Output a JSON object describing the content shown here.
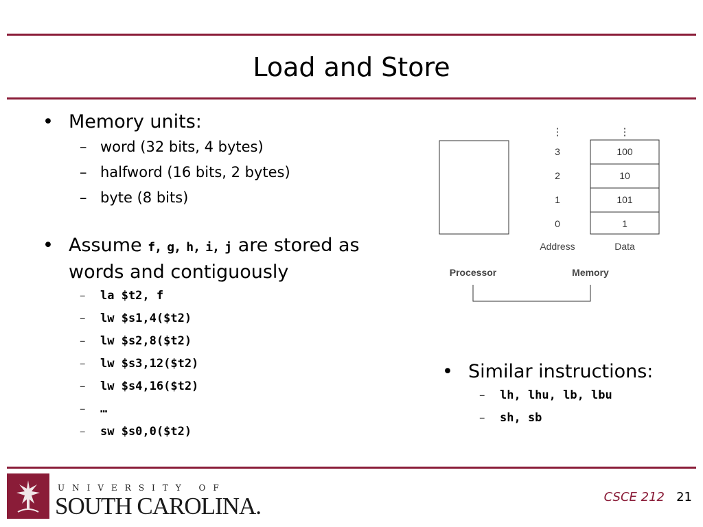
{
  "slide": {
    "title": "Load and Store",
    "left_bullets": [
      {
        "text": "Memory units:",
        "sub": [
          "word (32 bits, 4 bytes)",
          "halfword (16 bits, 2 bytes)",
          "byte (8 bits)"
        ]
      },
      {
        "text_parts": [
          "Assume ",
          "f",
          ", ",
          "g",
          ", ",
          "h",
          ", ",
          "i",
          ", ",
          "j",
          " are stored as"
        ],
        "text_line2": "words and contiguously",
        "code_sub": [
          "la $t2, f",
          "lw $s1,4($t2)",
          "lw $s2,8($t2)",
          "lw $s3,12($t2)",
          "lw $s4,16($t2)",
          "…",
          "sw $s0,0($t2)"
        ]
      }
    ],
    "right_bullet": {
      "text": "Similar instructions:",
      "code_sub": [
        "lh, lhu, lb, lbu",
        "sh, sb"
      ]
    },
    "bullet_glyph": "•",
    "dash_glyph": "–"
  },
  "diagram": {
    "addresses": [
      "3",
      "2",
      "1",
      "0"
    ],
    "data": [
      "100",
      "10",
      "101",
      "1"
    ],
    "ellipsis": "⋮",
    "address_label": "Address",
    "data_label": "Data",
    "processor_label": "Processor",
    "memory_label": "Memory"
  },
  "footer": {
    "course": "CSCE 212",
    "page": "21",
    "logo_top": "UNIVERSITY OF",
    "logo_main": "SOUTH CAROLINA."
  },
  "colors": {
    "accent": "#8a1c38"
  }
}
